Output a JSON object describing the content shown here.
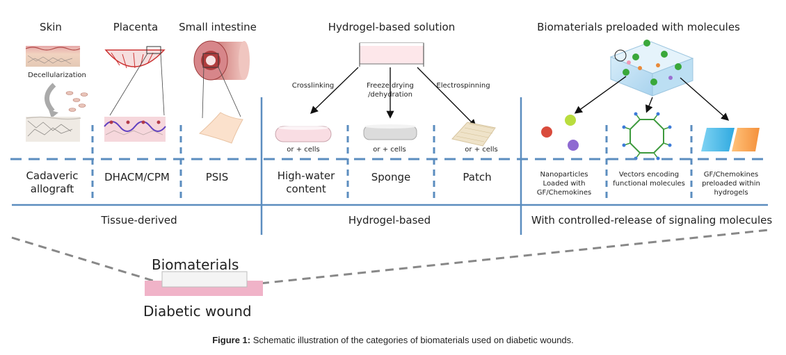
{
  "headers": {
    "skin": "Skin",
    "placenta": "Placenta",
    "small_intestine": "Small intestine",
    "hydrogel_solution": "Hydrogel-based solution",
    "biomaterials_preloaded": "Biomaterials preloaded with molecules"
  },
  "process_labels": {
    "decellularization": "Decellularization",
    "crosslinking": "Crosslinking",
    "freeze_drying_1": "Freeze drying",
    "freeze_drying_2": "/dehydration",
    "electrospinning": "Electrospinning"
  },
  "cells_labels": {
    "high_water": "or + cells",
    "sponge": "or + cells",
    "patch": "or + cells"
  },
  "categories": {
    "cadaveric_1": "Cadaveric",
    "cadaveric_2": "allograft",
    "dhacm": "DHACM/CPM",
    "psis": "PSIS",
    "high_water_1": "High-water",
    "high_water_2": "content",
    "sponge": "Sponge",
    "patch": "Patch",
    "nano_1": "Nanoparticles",
    "nano_2": "Loaded with",
    "nano_3": "GF/Chemokines",
    "vectors_1": "Vectors encoding",
    "vectors_2": "functional molecules",
    "gf_1": "GF/Chemokines",
    "gf_2": "preloaded within",
    "gf_3": "hydrogels"
  },
  "sections": {
    "tissue": "Tissue-derived",
    "hydrogel": "Hydrogel-based",
    "controlled": "With controlled-release of signaling molecules"
  },
  "bottom": {
    "biomaterials": "Biomaterials",
    "wound": "Diabetic wound"
  },
  "caption": {
    "label": "Figure 1:",
    "text": " Schematic illustration of the categories of biomaterials used on diabetic wounds."
  },
  "colors": {
    "divider": "#5b8dbf",
    "wound": "#f0b3c8",
    "arrow": "#111111"
  }
}
